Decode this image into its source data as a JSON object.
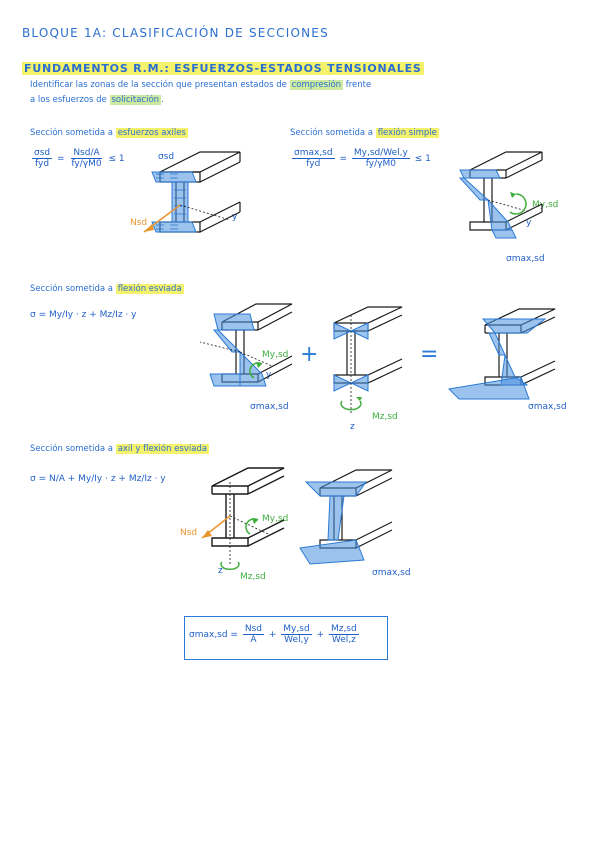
{
  "title": "BLOQUE 1A: CLASIFICACIÓN DE SECCIONES",
  "section_heading": "FUNDAMENTOS R.M.: ESFUERZOS-ESTADOS TENSIONALES",
  "intro": {
    "line1_a": "Identificar las zonas de la sección que presentan estados de",
    "line1_kw": "compresión",
    "line1_b": "frente",
    "line2_a": "a los esfuerzos de",
    "line2_kw": "solicitación",
    "line2_b": "."
  },
  "axial": {
    "label_prefix": "Sección sometida a",
    "label_kw": "esfuerzos axiles",
    "num": "σsd",
    "den": "fyd",
    "rhs_num": "Nsd/A",
    "rhs_den": "fy/γM0",
    "cond": "≤ 1",
    "eq": "=",
    "sigma_label": "σsd",
    "force_label": "Nsd",
    "axis_y": "y"
  },
  "flexion_simple": {
    "label_prefix": "Sección sometida a",
    "label_kw": "flexión simple",
    "num": "σmax,sd",
    "den": "fyd",
    "rhs_num": "My,sd/Wel,y",
    "rhs_den": "fy/γM0",
    "cond": "≤ 1",
    "eq": "=",
    "moment_label": "My,sd",
    "axis_y": "y",
    "sigma_label": "σmax,sd"
  },
  "flexion_esviada": {
    "label_prefix": "Sección sometida a",
    "label_kw": "flexión esviada",
    "formula": "σ = My/Iy · z + Mz/Iz · y",
    "moment_y": "My,sd",
    "moment_z": "Mz,sd",
    "axis_y": "y",
    "axis_z": "z",
    "plus": "+",
    "equals": "=",
    "sigma_1": "σmax,sd",
    "sigma_2": "σmax,sd"
  },
  "axil_flexion": {
    "label_prefix": "Sección sometida a",
    "label_kw": "axil y flexión esviada",
    "formula": "σ = N/A + My/Iy · z + Mz/Iz · y",
    "force_label": "Nsd",
    "moment_y": "My,sd",
    "moment_z": "Mz,sd",
    "axis_z": "z",
    "sigma_label": "σmax,sd"
  },
  "final_box": {
    "lhs": "σmax,sd =",
    "t1_num": "Nsd",
    "t1_den": "A",
    "t2_num": "My,sd",
    "t2_den": "Wel,y",
    "t3_num": "Mz,sd",
    "t3_den": "Wel,z",
    "plus": "+"
  },
  "colors": {
    "blue": "#2a7bd6",
    "dark_blue": "#1f5fc7",
    "green": "#3fae3f",
    "orange": "#e8952e",
    "highlight_yellow": "#f4f26a",
    "highlight_green": "#cdeaa0"
  }
}
